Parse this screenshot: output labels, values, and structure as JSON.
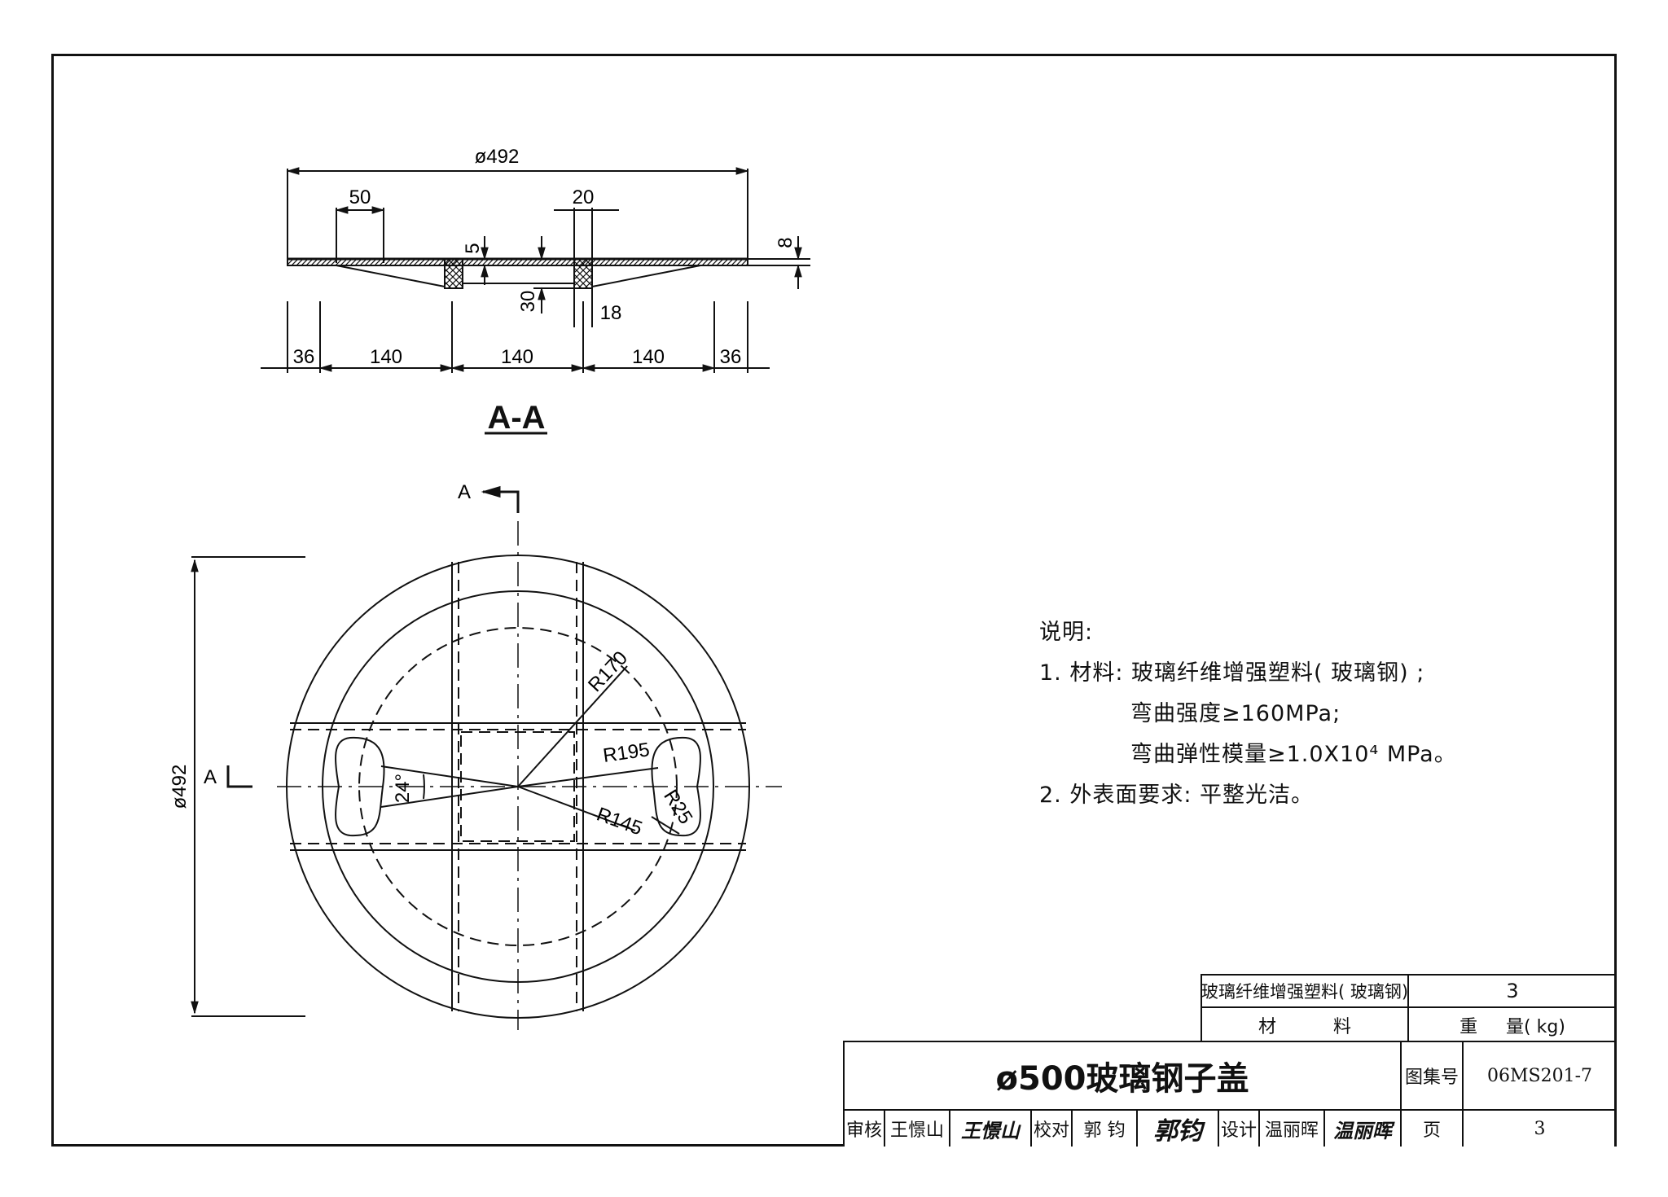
{
  "drawing": {
    "section_label": "A-A",
    "section_marker": "A",
    "dims_top": {
      "overall_diameter": "ø492",
      "flange_width": "50",
      "rib_width": "20",
      "plate_thickness": "5",
      "edge_thickness": "8",
      "rib_height": "30",
      "rib_base": "18"
    },
    "dims_bottom": [
      "36",
      "140",
      "140",
      "140",
      "36"
    ],
    "plan_dims": {
      "diameter": "ø492",
      "r170": "R170",
      "r195": "R195",
      "r145": "R145",
      "r25": "R25",
      "angle": "24°"
    }
  },
  "notes": {
    "heading": "说明:",
    "line1": "1. 材料: 玻璃纤维增强塑料( 玻璃钢) ;",
    "line2": "弯曲强度≥160MPa;",
    "line3": "弯曲弹性模量≥1.0X10⁴ MPa。",
    "line4": "2. 外表面要求: 平整光洁。"
  },
  "title_block": {
    "material_name": "玻璃纤维增强塑料( 玻璃钢)",
    "weight_value": "3",
    "material_header": "材          料",
    "weight_header": "重     量( kg)",
    "title": "ø500玻璃钢子盖",
    "atlas_label": "图集号",
    "atlas_no": "06MS201-7",
    "review_label": "审核",
    "reviewer": "王憬山",
    "reviewer_sig": "王憬山",
    "check_label": "校对",
    "checker": "郭 钧",
    "checker_sig": "郭钧",
    "design_label": "设计",
    "designer": "温丽晖",
    "designer_sig": "温丽晖",
    "page_label": "页",
    "page_no": "3"
  }
}
